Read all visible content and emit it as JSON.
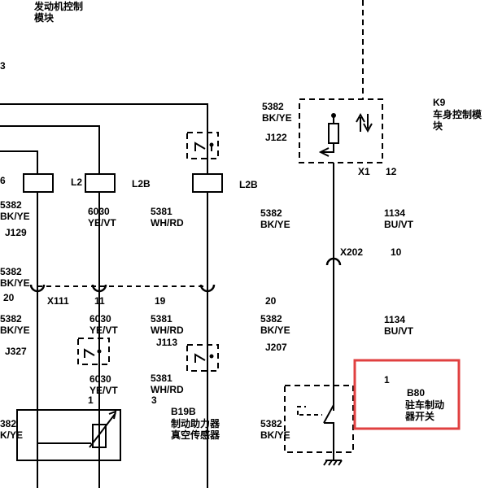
{
  "ecm": {
    "line1": "发动机控制",
    "line2": "模块",
    "pin": "3"
  },
  "bcm": {
    "name": "K9",
    "line1": "车身控制模",
    "line2": "块",
    "wire_id": "5382",
    "wire_color": "BK/YE",
    "connector": "J122",
    "pin_a": "X1",
    "pin_b": "12"
  },
  "left_col": {
    "pin_top": "6",
    "wire_id": "5382",
    "wire_color": "BK/YE",
    "connector": "J129",
    "wire_id_2": "5382",
    "wire_color_2": "BK/YE",
    "pin_20": "20",
    "wire_id_3": "5382",
    "wire_color_3": "BK/YE",
    "connector_2": "J327",
    "wire_id_4": "382",
    "wire_color_4": "K/YE"
  },
  "mid_col": {
    "l2": "L2",
    "l2b": "L2B",
    "wire_id": "6030",
    "wire_color": "YE/VT",
    "wire_id_2": "6030",
    "wire_color_2": "YE/VT",
    "wire_id_3": "6030",
    "wire_color_3": "YE/VT",
    "pin_1": "1",
    "pin_11": "11"
  },
  "right_col": {
    "l2b": "L2B",
    "wire_id": "5381",
    "wire_color": "WH/RD",
    "wire_id_2": "5381",
    "wire_color_2": "WH/RD",
    "connector": "J113",
    "wire_id_3": "5381",
    "wire_color_3": "WH/RD",
    "pin_3": "3",
    "pin_19": "19"
  },
  "splice_col": {
    "wire_id": "5382",
    "wire_color": "BK/YE",
    "pin_20": "20",
    "wire_id_2": "5382",
    "wire_color_2": "BK/YE",
    "connector": "J207",
    "wire_id_3": "5382",
    "wire_color_3": "BK/YE"
  },
  "bcm_col": {
    "wire_id": "1134",
    "wire_color": "BU/VT",
    "connector_x202": "X202",
    "pin_10": "10",
    "wire_id_2": "1134",
    "wire_color_2": "BU/VT"
  },
  "x111": {
    "label": "X111"
  },
  "b19b": {
    "name": "B19B",
    "line1": "制动助力器",
    "line2": "真空传感器"
  },
  "b80": {
    "pin": "1",
    "name": "B80",
    "line1": "驻车制动",
    "line2": "器开关"
  },
  "colors": {
    "highlight": "#e04040",
    "line": "#000000"
  }
}
